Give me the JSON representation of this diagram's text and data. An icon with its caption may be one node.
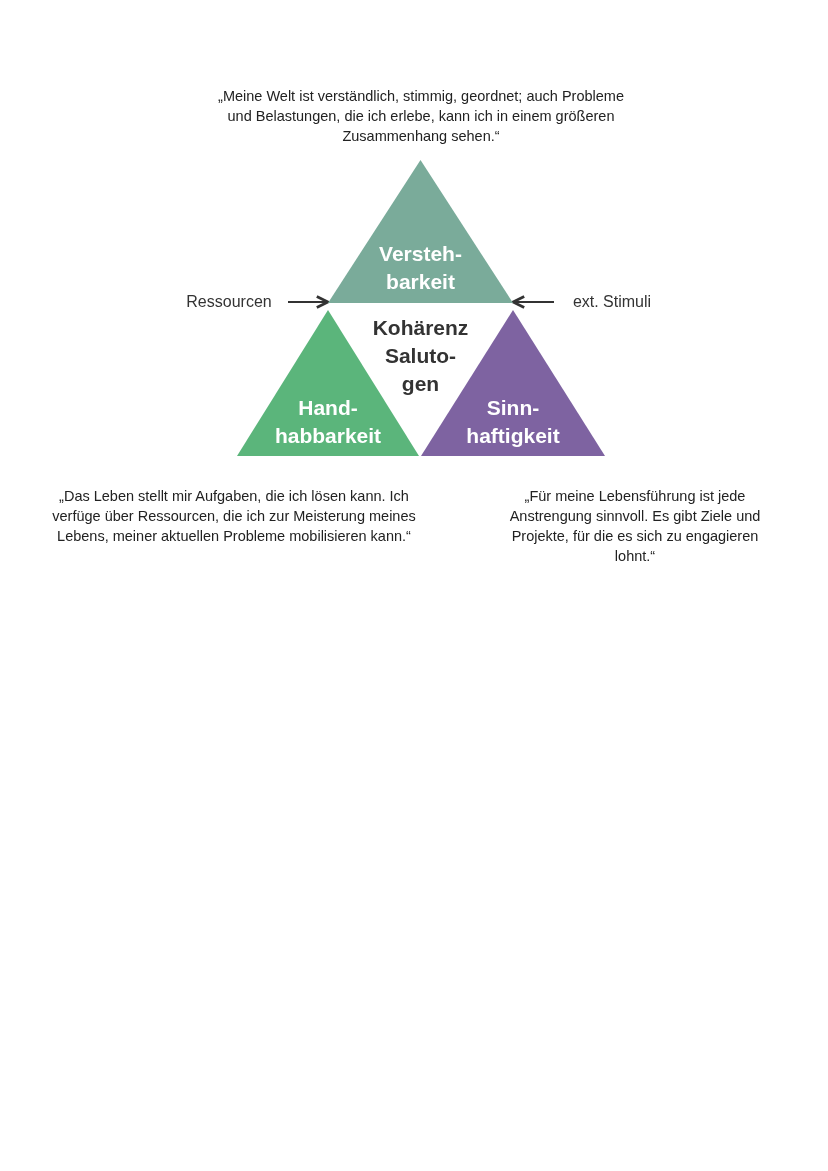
{
  "diagram": {
    "nodes": [
      {
        "text": [
          "Versteh- barkeit"
        ],
        "beside": [
          "„Meine Welt ist verständlich, stimmig, geordnet; auch Probleme und Belastungen, die ich erlebe, kann ich in einem größeren Zusammenhang sehen.“"
        ]
      },
      {
        "text": [
          "Hand- habbarkeit"
        ],
        "beside": [
          "„Das Leben stellt mir Aufgaben, die ich lösen kann. Ich verfüge über Ressourcen, die ich zur Meisterung meines Lebens, meiner aktuellen Probleme mobilisieren kann.“"
        ]
      },
      {
        "text": [
          "Sinn- haftigkeit"
        ],
        "beside": [
          "„Für meine Lebensführung ist jede Anstrengung sinnvoll. Es gibt Ziele und Projekte, für die es sich zu engagieren lohnt.“"
        ]
      },
      {
        "text": [
          "Kohärenz",
          "Saluto- gen"
        ]
      },
      {
        "text": [
          "Ressourcen"
        ]
      },
      {
        "text": [
          "ext. Stimuli"
        ]
      }
    ],
    "edges": [
      {
        "from": 4,
        "to": 0,
        "arrow": "to"
      },
      {
        "from": 5,
        "to": 0,
        "arrow": "to"
      }
    ]
  }
}
